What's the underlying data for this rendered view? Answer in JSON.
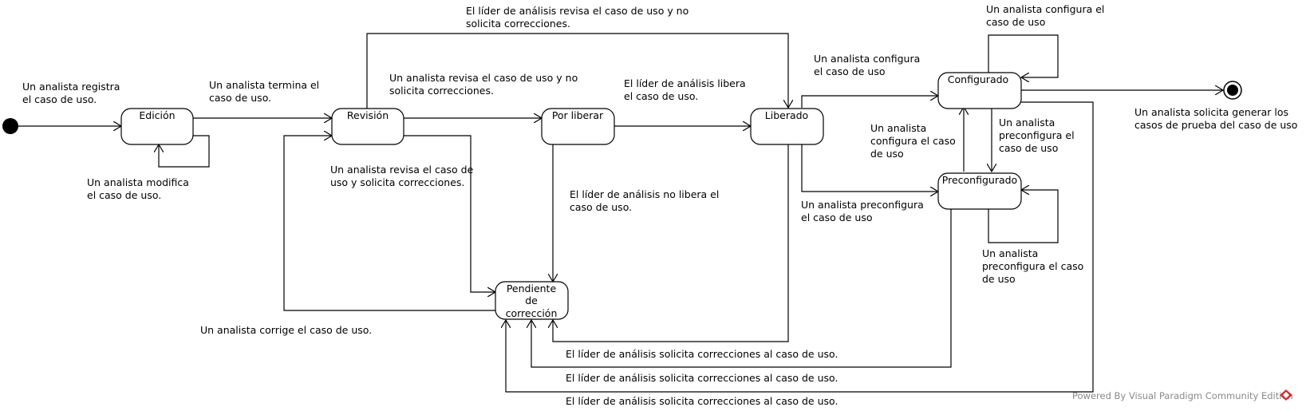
{
  "states": {
    "edicion": "Edición",
    "revision": "Revisión",
    "por_liberar": "Por liberar",
    "liberado": "Liberado",
    "configurado": "Configurado",
    "preconfigurado": "Preconfigurado",
    "pendiente": [
      "Pendiente",
      "de",
      "corrección"
    ]
  },
  "transitions": {
    "registra": [
      "Un analista registra",
      "el caso de uso."
    ],
    "modifica": [
      "Un analista modifica",
      "el caso de uso."
    ],
    "termina": [
      "Un analista termina el",
      "caso de uso."
    ],
    "lider_revisa_no_corr": [
      "El líder de análisis  revisa el caso de uso y no",
      "solicita correcciones."
    ],
    "revisa_no_corr": [
      "Un analista revisa el caso de uso y no",
      "solicita correcciones."
    ],
    "revisa_corr": [
      "Un analista revisa el caso de",
      "uso y solicita correcciones."
    ],
    "corrige": [
      "Un analista corrige el caso de uso."
    ],
    "libera": [
      "El líder de análisis libera",
      "el caso de uso."
    ],
    "no_libera": [
      "El líder de análisis no libera el",
      "caso de uso."
    ],
    "configura_1": [
      "Un analista configura",
      "el caso de uso"
    ],
    "configura_self": [
      "Un analista configura el",
      "caso de uso"
    ],
    "configura_2": [
      "Un analista",
      "configura el caso",
      "de uso"
    ],
    "preconfigura_1": [
      "Un analista preconfigura",
      "el caso de uso"
    ],
    "preconfigura_2": [
      "Un analista",
      "preconfigura el",
      "caso de uso"
    ],
    "preconfigura_self": [
      "Un analista",
      "preconfigura el caso",
      "de uso"
    ],
    "genera": [
      "Un analista solicita generar los",
      "casos de prueba del caso de uso"
    ],
    "lider_corr_1": [
      "El líder de análisis solicita correcciones al caso de uso."
    ],
    "lider_corr_2": [
      "El líder de análisis solicita correcciones al caso de uso."
    ],
    "lider_corr_3": [
      "El líder de análisis solicita correcciones al caso de uso."
    ]
  },
  "watermark": "Powered By Visual Paradigm Community Edition"
}
